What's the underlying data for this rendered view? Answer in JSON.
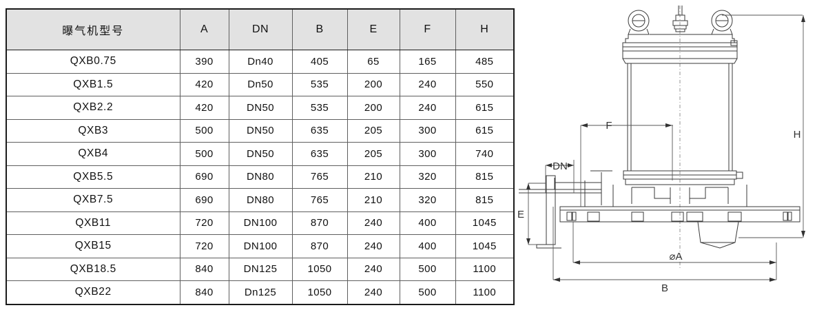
{
  "table": {
    "headers": [
      "曝气机型号",
      "A",
      "DN",
      "B",
      "E",
      "F",
      "H"
    ],
    "rows": [
      {
        "model": "QXB0.75",
        "A": "390",
        "DN": "Dn40",
        "B": "405",
        "E": "65",
        "F": "165",
        "H": "485"
      },
      {
        "model": "QXB1.5",
        "A": "420",
        "DN": "Dn50",
        "B": "535",
        "E": "200",
        "F": "240",
        "H": "550"
      },
      {
        "model": "QXB2.2",
        "A": "420",
        "DN": "DN50",
        "B": "535",
        "E": "200",
        "F": "240",
        "H": "615"
      },
      {
        "model": "QXB3",
        "A": "500",
        "DN": "DN50",
        "B": "635",
        "E": "205",
        "F": "300",
        "H": "615"
      },
      {
        "model": "QXB4",
        "A": "500",
        "DN": "DN50",
        "B": "635",
        "E": "205",
        "F": "300",
        "H": "740"
      },
      {
        "model": "QXB5.5",
        "A": "690",
        "DN": "DN80",
        "B": "765",
        "E": "210",
        "F": "320",
        "H": "815"
      },
      {
        "model": "QXB7.5",
        "A": "690",
        "DN": "DN80",
        "B": "765",
        "E": "210",
        "F": "320",
        "H": "815"
      },
      {
        "model": "QXB11",
        "A": "720",
        "DN": "DN100",
        "B": "870",
        "E": "240",
        "F": "400",
        "H": "1045"
      },
      {
        "model": "QXB15",
        "A": "720",
        "DN": "DN100",
        "B": "870",
        "E": "240",
        "F": "400",
        "H": "1045"
      },
      {
        "model": "QXB18.5",
        "A": "840",
        "DN": "DN125",
        "B": "1050",
        "E": "240",
        "F": "500",
        "H": "1100"
      },
      {
        "model": "QXB22",
        "A": "840",
        "DN": "Dn125",
        "B": "1050",
        "E": "240",
        "F": "500",
        "H": "1100"
      }
    ]
  },
  "drawing": {
    "title": "submersible-aerator-elevation",
    "dimensions": {
      "h": "H",
      "f": "F",
      "e": "E",
      "dn": "DN",
      "a": "⌀A",
      "b": "B"
    },
    "colors": {
      "line": "#3a3a3a",
      "dimline": "#555555",
      "centerline": "#777777"
    }
  }
}
